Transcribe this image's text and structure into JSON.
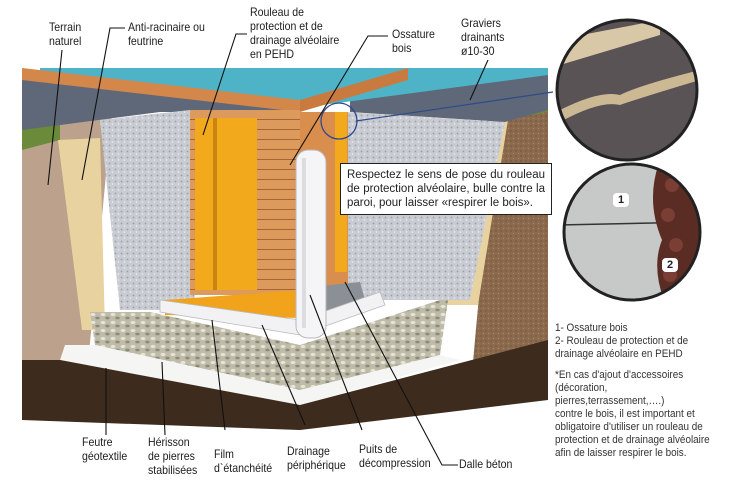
{
  "diagram": {
    "top_labels": {
      "terrain_naturel": [
        "Terrain",
        "naturel"
      ],
      "anti_racinaire": [
        "Anti-racinaire ou",
        "feutrine"
      ],
      "rouleau": [
        "Rouleau de",
        "protection et de",
        "drainage alvéolaire",
        "en PEHD"
      ],
      "ossature": [
        "Ossature",
        "bois"
      ],
      "graviers": [
        "Graviers",
        "drainants",
        "ø10-30"
      ]
    },
    "bottom_labels": {
      "feutre": [
        "Feutre",
        "géotextile"
      ],
      "herisson": [
        "Hérisson",
        "de pierres",
        "stabilisées"
      ],
      "film": [
        "Film",
        "d`étanchéité"
      ],
      "drainage": [
        "Drainage",
        "périphérique"
      ],
      "puits": [
        "Puits de",
        "décompression"
      ],
      "dalle": [
        "Dalle béton"
      ]
    },
    "note_box": "Respectez le sens de pose du rouleau de protection alvéolaire, bulle contre la paroi, pour laisser «respirer le bois».",
    "detail_badges": [
      "1",
      "2"
    ],
    "legend": {
      "item1": "1- Ossature bois",
      "item2_line1": "2- Rouleau de protection et de",
      "item2_line2": "drainage alvéolaire en PEHD",
      "footnote": [
        "*En cas d'ajout d'accessoires",
        "(décoration, pierres,terrassement,….)",
        "contre le bois, il est important et",
        "obligatoire d'utiliser un rouleau de",
        "protection et de drainage alvéolaire",
        "afin de laisser respirer le bois."
      ]
    },
    "colors": {
      "water": "#4fb3c8",
      "wood": "#d9924f",
      "gravel": "#c9ccd0",
      "gravel_top": "#5d6573",
      "soil": "#8b6a4d",
      "soil_light": "#bfa28a",
      "membrane": "#f2a81d",
      "slab_dark": "#3b2a1e",
      "white_band": "#f4f4f4",
      "detail_link": "#2f4a8a"
    }
  }
}
